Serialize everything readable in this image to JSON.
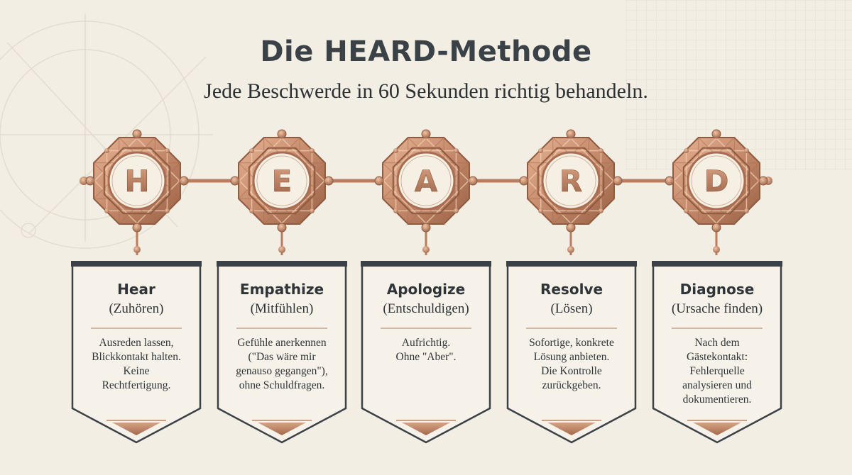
{
  "title": "Die HEARD-Methode",
  "subtitle": "Jede Beschwerde in 60 Sekunden richtig behandeln.",
  "colors": {
    "background": "#f3eee4",
    "copper": "#c08a6a",
    "copper_dark": "#8f5a3e",
    "card_frame": "#3b4247"
  },
  "steps": [
    {
      "letter": "H",
      "name": "Hear",
      "subtitle": "(Zuhören)",
      "lines": [
        "Ausreden lassen,",
        "Blickkontakt halten.",
        "Keine",
        "Rechtfertigung."
      ]
    },
    {
      "letter": "E",
      "name": "Empathize",
      "subtitle": "(Mitfühlen)",
      "lines": [
        "Gefühle anerkennen",
        "(\"Das wäre mir",
        "genauso gegangen\"),",
        "ohne Schuldfragen."
      ]
    },
    {
      "letter": "A",
      "name": "Apologize",
      "subtitle": "(Entschuldigen)",
      "lines": [
        "Aufrichtig.",
        "Ohne \"Aber\"."
      ]
    },
    {
      "letter": "R",
      "name": "Resolve",
      "subtitle": "(Lösen)",
      "lines": [
        "Sofortige, konkrete",
        "Lösung anbieten.",
        "Die Kontrolle",
        "zurückgeben."
      ]
    },
    {
      "letter": "D",
      "name": "Diagnose",
      "subtitle": "(Ursache finden)",
      "lines": [
        "Nach dem",
        "Gästekontakt:",
        "Fehlerquelle",
        "analysieren und",
        "dokumentieren."
      ]
    }
  ]
}
